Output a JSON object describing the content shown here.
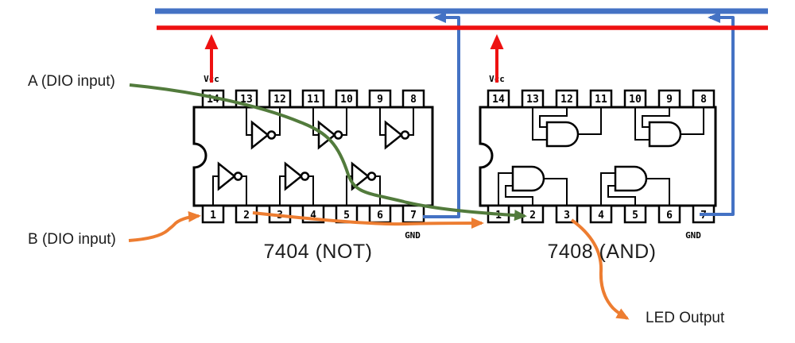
{
  "diagram": {
    "labels": {
      "input_a": "A (DIO input)",
      "input_b": "B (DIO input)",
      "led_output": "LED Output"
    },
    "chip1": {
      "title": "7404 (NOT)",
      "vcc": "Vcc",
      "gnd": "GND",
      "top_pins": [
        "14",
        "13",
        "12",
        "11",
        "10",
        "9",
        "8"
      ],
      "bottom_pins": [
        "1",
        "2",
        "3",
        "4",
        "5",
        "6",
        "7"
      ]
    },
    "chip2": {
      "title": "7408 (AND)",
      "vcc": "Vcc",
      "gnd": "GND",
      "top_pins": [
        "14",
        "13",
        "12",
        "11",
        "10",
        "9",
        "8"
      ],
      "bottom_pins": [
        "1",
        "2",
        "3",
        "4",
        "5",
        "6",
        "7"
      ]
    },
    "colors": {
      "power_bus": "#ee1111",
      "ground_bus": "#4472c4",
      "wire_a": "#527b3c",
      "wire_b": "#ed7d31",
      "outline": "#000000"
    }
  }
}
